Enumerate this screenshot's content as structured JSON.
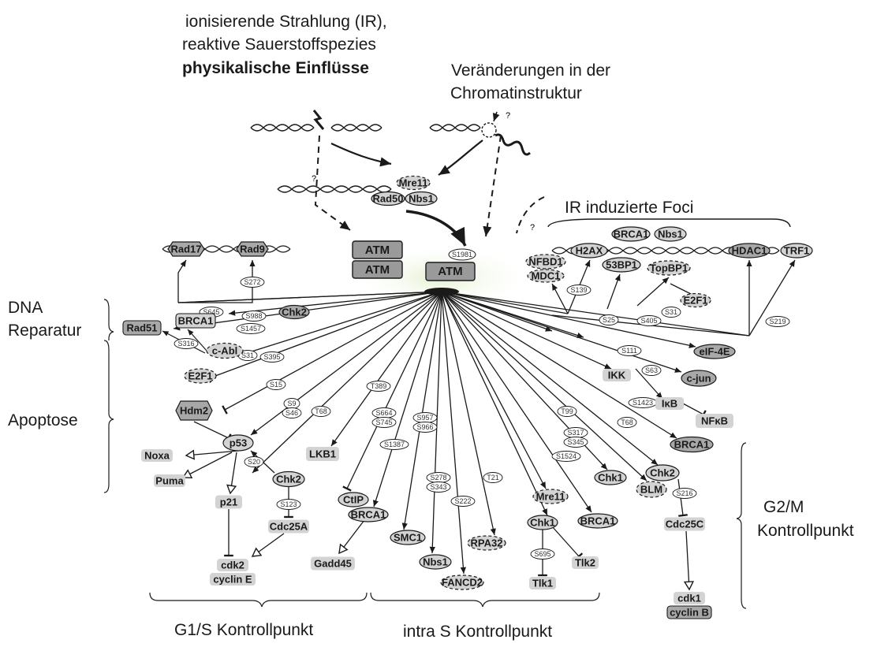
{
  "captions": {
    "ir_line1": "ionisierende Strahlung (IR),",
    "ir_line2": "reaktive Sauerstoffspezies",
    "physical": "physikalische Einflüsse",
    "chromatin_line1": "Veränderungen in der",
    "chromatin_line2": "Chromatinstruktur",
    "foci_title": "IR induzierte Foci",
    "question_mark": "?"
  },
  "sections": {
    "dna_repair_line1": "DNA",
    "dna_repair_line2": "Reparatur",
    "apoptosis": "Apoptose",
    "g1s": "G1/S Kontrollpunkt",
    "intra_s": "intra S Kontrollpunkt",
    "g2m_line1": "G2/M",
    "g2m_line2": "Kontrollpunkt"
  },
  "atm": {
    "dimer_top": "ATM",
    "dimer_bottom": "ATM",
    "monomer": "ATM",
    "autophos_site": "S1981"
  },
  "nodes": [
    {
      "id": "mre11_top",
      "label": "Mre11"
    },
    {
      "id": "rad50",
      "label": "Rad50"
    },
    {
      "id": "nbs1_top",
      "label": "Nbs1"
    },
    {
      "id": "rad17",
      "label": "Rad17"
    },
    {
      "id": "rad9",
      "label": "Rad9"
    },
    {
      "id": "nfbd1",
      "label": "NFBD1"
    },
    {
      "id": "mdc1",
      "label": "MDC1"
    },
    {
      "id": "h2ax",
      "label": "H2AX"
    },
    {
      "id": "brca1_foci",
      "label": "BRCA1"
    },
    {
      "id": "nbs1_foci",
      "label": "Nbs1"
    },
    {
      "id": "53bp1",
      "label": "53BP1"
    },
    {
      "id": "topbp1",
      "label": "TopBP1"
    },
    {
      "id": "hdac1",
      "label": "HDAC1"
    },
    {
      "id": "trf1",
      "label": "TRF1"
    },
    {
      "id": "e2f1_right",
      "label": "E2F1"
    },
    {
      "id": "chk2_top",
      "label": "Chk2"
    },
    {
      "id": "brca1_left",
      "label": "BRCA1"
    },
    {
      "id": "rad51",
      "label": "Rad51"
    },
    {
      "id": "cabl",
      "label": "c-Abl"
    },
    {
      "id": "e2f1_left",
      "label": "E2F1"
    },
    {
      "id": "hdm2",
      "label": "Hdm2"
    },
    {
      "id": "p53",
      "label": "p53"
    },
    {
      "id": "noxa",
      "label": "Noxa"
    },
    {
      "id": "puma",
      "label": "Puma"
    },
    {
      "id": "p21",
      "label": "p21"
    },
    {
      "id": "chk2_g1",
      "label": "Chk2"
    },
    {
      "id": "cdc25a",
      "label": "Cdc25A"
    },
    {
      "id": "cdk2",
      "label": "cdk2"
    },
    {
      "id": "cycline",
      "label": "cyclin E"
    },
    {
      "id": "lkb1",
      "label": "LKB1"
    },
    {
      "id": "ctip",
      "label": "CtIP"
    },
    {
      "id": "brca1_mid",
      "label": "BRCA1"
    },
    {
      "id": "gadd45",
      "label": "Gadd45"
    },
    {
      "id": "smc1",
      "label": "SMC1"
    },
    {
      "id": "nbs1_s",
      "label": "Nbs1"
    },
    {
      "id": "fancd2",
      "label": "FANCD2"
    },
    {
      "id": "rpa32",
      "label": "RPA32"
    },
    {
      "id": "mre11_s",
      "label": "Mre11"
    },
    {
      "id": "chk1_s",
      "label": "Chk1"
    },
    {
      "id": "tlk1",
      "label": "Tlk1"
    },
    {
      "id": "tlk2",
      "label": "Tlk2"
    },
    {
      "id": "brca1_s",
      "label": "BRCA1"
    },
    {
      "id": "chk1_g2",
      "label": "Chk1"
    },
    {
      "id": "blm",
      "label": "BLM"
    },
    {
      "id": "chk2_g2",
      "label": "Chk2"
    },
    {
      "id": "cdc25c",
      "label": "Cdc25C"
    },
    {
      "id": "cdk1",
      "label": "cdk1"
    },
    {
      "id": "cyclinb",
      "label": "cyclin B"
    },
    {
      "id": "brca1_g2",
      "label": "BRCA1"
    },
    {
      "id": "ikk",
      "label": "IKK"
    },
    {
      "id": "ikb",
      "label": "IκB"
    },
    {
      "id": "nfkb",
      "label": "NFκB"
    },
    {
      "id": "cjun",
      "label": "c-jun"
    },
    {
      "id": "eif4e",
      "label": "eIF-4E"
    }
  ],
  "sites": [
    {
      "id": "s645",
      "label": "S645"
    },
    {
      "id": "s272",
      "label": "S272"
    },
    {
      "id": "s988",
      "label": "S988"
    },
    {
      "id": "s1457",
      "label": "S1457"
    },
    {
      "id": "s316",
      "label": "S316"
    },
    {
      "id": "s31a",
      "label": "S31"
    },
    {
      "id": "s395",
      "label": "S395"
    },
    {
      "id": "s15",
      "label": "S15"
    },
    {
      "id": "s9",
      "label": "S9"
    },
    {
      "id": "s46",
      "label": "S46"
    },
    {
      "id": "t68a",
      "label": "T68"
    },
    {
      "id": "s20",
      "label": "S20"
    },
    {
      "id": "s123",
      "label": "S123"
    },
    {
      "id": "t389",
      "label": "T389"
    },
    {
      "id": "s664",
      "label": "S664"
    },
    {
      "id": "s745",
      "label": "S745"
    },
    {
      "id": "s1387",
      "label": "S1387"
    },
    {
      "id": "s957",
      "label": "S957"
    },
    {
      "id": "s966",
      "label": "S966"
    },
    {
      "id": "s278",
      "label": "S278"
    },
    {
      "id": "s343",
      "label": "S343"
    },
    {
      "id": "s222",
      "label": "S222"
    },
    {
      "id": "t21",
      "label": "T21"
    },
    {
      "id": "t99",
      "label": "T99"
    },
    {
      "id": "s317",
      "label": "S317"
    },
    {
      "id": "s345",
      "label": "S345"
    },
    {
      "id": "s1524",
      "label": "S1524"
    },
    {
      "id": "s695",
      "label": "S695"
    },
    {
      "id": "t68b",
      "label": "T68"
    },
    {
      "id": "s1423",
      "label": "S1423"
    },
    {
      "id": "s216",
      "label": "S216"
    },
    {
      "id": "s111",
      "label": "S111"
    },
    {
      "id": "s63",
      "label": "S63"
    },
    {
      "id": "s139",
      "label": "S139"
    },
    {
      "id": "s25",
      "label": "S25"
    },
    {
      "id": "s405",
      "label": "S405"
    },
    {
      "id": "s31b",
      "label": "S31"
    },
    {
      "id": "s219",
      "label": "S219"
    }
  ],
  "colors": {
    "node_fill": "#d3d3d3",
    "node_dark": "#a8a8a8",
    "atm_fill": "#9a9a9a",
    "line": "#1a1a1a",
    "glow": "#e6f2d6"
  }
}
